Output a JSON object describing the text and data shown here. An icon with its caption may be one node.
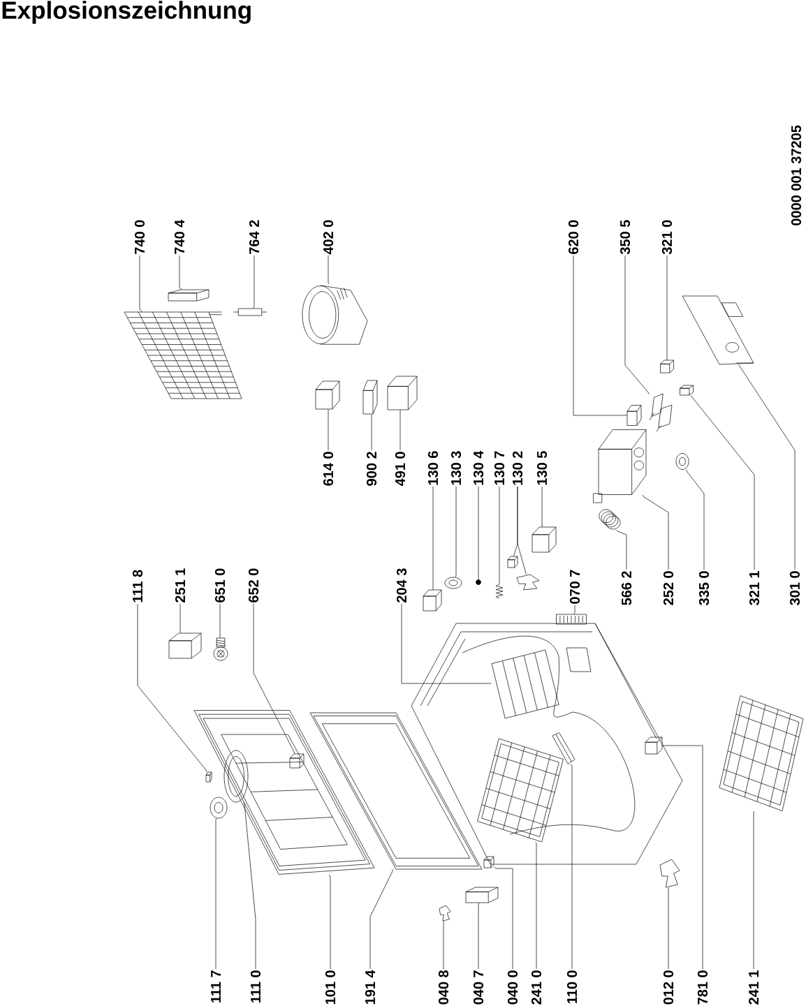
{
  "diagram": {
    "title": "Explosionszeichnung",
    "nodes": [
      {
        "text": [
          "740 0"
        ]
      },
      {
        "text": [
          "740 4"
        ]
      },
      {
        "text": [
          "764 2"
        ]
      },
      {
        "text": [
          "402 0"
        ]
      },
      {
        "text": [
          "614 0"
        ]
      },
      {
        "text": [
          "900 2"
        ]
      },
      {
        "text": [
          "491 0"
        ]
      },
      {
        "text": [
          "620 0"
        ]
      },
      {
        "text": [
          "350 5"
        ]
      },
      {
        "text": [
          "321 0"
        ]
      },
      {
        "text": [
          "111 8"
        ]
      },
      {
        "text": [
          "251 1"
        ]
      },
      {
        "text": [
          "651 0"
        ]
      },
      {
        "text": [
          "652 0"
        ]
      },
      {
        "text": [
          "204 3"
        ]
      },
      {
        "text": [
          "130 6"
        ]
      },
      {
        "text": [
          "130 3"
        ]
      },
      {
        "text": [
          "130 4"
        ]
      },
      {
        "text": [
          "130 7"
        ]
      },
      {
        "text": [
          "130 2"
        ]
      },
      {
        "text": [
          "130 5"
        ]
      },
      {
        "text": [
          "070 7"
        ]
      },
      {
        "text": [
          "566 2"
        ]
      },
      {
        "text": [
          "252 0"
        ]
      },
      {
        "text": [
          "335 0"
        ]
      },
      {
        "text": [
          "321 1"
        ]
      },
      {
        "text": [
          "301 0"
        ]
      },
      {
        "text": [
          "111 7"
        ]
      },
      {
        "text": [
          "111 0"
        ]
      },
      {
        "text": [
          "101 0"
        ]
      },
      {
        "text": [
          "191 4"
        ]
      },
      {
        "text": [
          "040 8"
        ]
      },
      {
        "text": [
          "040 7"
        ]
      },
      {
        "text": [
          "040 0"
        ]
      },
      {
        "text": [
          "241 0"
        ]
      },
      {
        "text": [
          "110 0"
        ]
      },
      {
        "text": [
          "012 0"
        ]
      },
      {
        "text": [
          "781 0"
        ]
      },
      {
        "text": [
          "241 1"
        ]
      },
      {
        "text": [],
        "shape": "picture"
      },
      {
        "text": [],
        "shape": "picture"
      },
      {
        "text": [],
        "shape": "picture"
      },
      {
        "text": [],
        "shape": "picture"
      },
      {
        "text": [],
        "shape": "picture"
      },
      {
        "text": [],
        "shape": "picture"
      },
      {
        "text": [],
        "shape": "picture"
      },
      {
        "text": [],
        "shape": "picture"
      },
      {
        "text": [],
        "shape": "picture"
      },
      {
        "text": [],
        "shape": "picture"
      },
      {
        "text": [],
        "shape": "picture"
      },
      {
        "text": [],
        "shape": "picture"
      },
      {
        "text": [],
        "shape": "picture"
      },
      {
        "text": [],
        "shape": "picture"
      },
      {
        "text": [],
        "shape": "picture",
        "in": 52
      },
      {
        "text": [],
        "shape": "picture"
      },
      {
        "text": [],
        "shape": "picture"
      },
      {
        "text": [],
        "shape": "picture"
      },
      {
        "text": [],
        "shape": "circle"
      },
      {
        "text": [],
        "shape": "picture"
      },
      {
        "text": [],
        "shape": "picture"
      },
      {
        "text": [],
        "shape": "picture"
      },
      {
        "text": [],
        "shape": "picture"
      },
      {
        "text": [],
        "shape": "picture"
      },
      {
        "text": [],
        "shape": "picture"
      },
      {
        "text": [],
        "shape": "picture"
      },
      {
        "text": [],
        "shape": "picture"
      },
      {
        "text": [],
        "shape": "picture"
      },
      {
        "text": [],
        "shape": "picture"
      },
      {
        "text": [],
        "shape": "picture"
      },
      {
        "text": [],
        "shape": "picture",
        "in": 52
      },
      {
        "text": [],
        "shape": "picture"
      },
      {
        "text": [],
        "shape": "picture"
      },
      {
        "text": [],
        "shape": "picture"
      },
      {
        "text": [],
        "shape": "picture"
      },
      {
        "text": [],
        "shape": "picture"
      },
      {
        "text": [],
        "shape": "picture"
      },
      {
        "text": [],
        "shape": "picture"
      },
      {
        "text": [],
        "shape": "picture"
      },
      {
        "text": [],
        "shape": "picture"
      }
    ],
    "edges": [
      {
        "from": 0,
        "to": 39,
        "arrow": "none"
      },
      {
        "from": 1,
        "to": 40,
        "arrow": "none"
      },
      {
        "from": 2,
        "to": 41,
        "arrow": "none"
      },
      {
        "from": 3,
        "to": 42,
        "arrow": "none"
      },
      {
        "from": 4,
        "to": 43,
        "arrow": "none"
      },
      {
        "from": 5,
        "to": 44,
        "arrow": "none"
      },
      {
        "from": 6,
        "to": 45,
        "arrow": "none"
      },
      {
        "from": 7,
        "to": 46,
        "arrow": "none"
      },
      {
        "from": 8,
        "to": 47,
        "arrow": "none"
      },
      {
        "from": 9,
        "to": 48,
        "arrow": "none"
      },
      {
        "from": 10,
        "to": 49,
        "arrow": "none"
      },
      {
        "from": 11,
        "to": 50,
        "arrow": "none"
      },
      {
        "from": 12,
        "to": 51,
        "arrow": "none"
      },
      {
        "from": 13,
        "to": 69,
        "arrow": "none"
      },
      {
        "from": 14,
        "to": 54,
        "arrow": "none"
      },
      {
        "from": 15,
        "to": 55,
        "arrow": "none"
      },
      {
        "from": 16,
        "to": 56,
        "arrow": "none"
      },
      {
        "from": 17,
        "to": 57,
        "arrow": "none"
      },
      {
        "from": 18,
        "to": 58,
        "arrow": "none"
      },
      {
        "from": 19,
        "to": 59,
        "arrow": "none"
      },
      {
        "from": 19,
        "to": 60,
        "arrow": "none"
      },
      {
        "from": 20,
        "to": 61,
        "arrow": "none"
      },
      {
        "from": 21,
        "to": 62,
        "arrow": "none"
      },
      {
        "from": 22,
        "to": 63,
        "arrow": "none"
      },
      {
        "from": 23,
        "to": 64,
        "arrow": "none"
      },
      {
        "from": 24,
        "to": 65,
        "arrow": "none"
      },
      {
        "from": 25,
        "to": 66,
        "arrow": "none"
      },
      {
        "from": 26,
        "to": 67,
        "arrow": "none"
      },
      {
        "from": 27,
        "to": 68,
        "arrow": "none"
      },
      {
        "from": 28,
        "to": 53,
        "arrow": "none"
      },
      {
        "from": 29,
        "to": 52,
        "arrow": "none"
      },
      {
        "from": 30,
        "to": 70,
        "arrow": "none"
      },
      {
        "from": 31,
        "to": 71,
        "arrow": "none"
      },
      {
        "from": 32,
        "to": 72,
        "arrow": "none"
      },
      {
        "from": 33,
        "to": 73,
        "arrow": "none"
      },
      {
        "from": 34,
        "to": 74,
        "arrow": "none"
      },
      {
        "from": 35,
        "to": 75,
        "arrow": "none"
      },
      {
        "from": 36,
        "to": 76,
        "arrow": "none"
      },
      {
        "from": 37,
        "to": 77,
        "arrow": "none"
      },
      {
        "from": 38,
        "to": 78,
        "arrow": "none"
      }
    ],
    "labels": [
      "0000 001 37205"
    ]
  }
}
